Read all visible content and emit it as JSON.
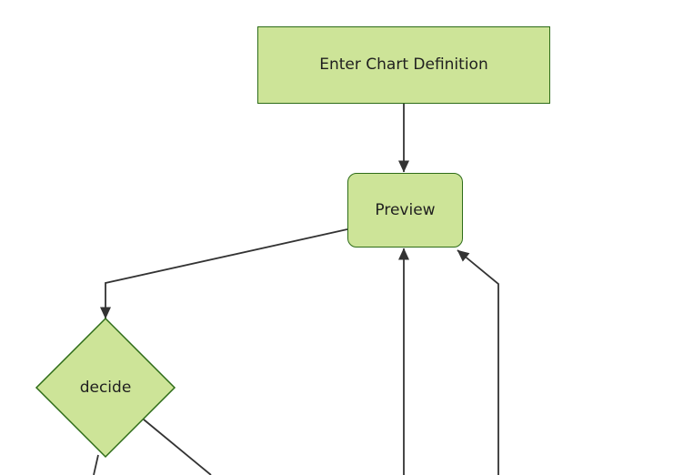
{
  "diagram": {
    "type": "flowchart-top-down",
    "nodes": [
      {
        "id": "A",
        "label": "Enter Chart Definition",
        "shape": "rectangle"
      },
      {
        "id": "B",
        "label": "Preview",
        "shape": "rounded-rectangle"
      },
      {
        "id": "C",
        "label": "decide",
        "shape": "diamond"
      }
    ],
    "edges": [
      {
        "from": "Enter Chart Definition",
        "to": "Preview",
        "arrow": true
      },
      {
        "from": "Preview",
        "to": "decide",
        "arrow": true
      },
      {
        "from": "offscreen-bottom-center",
        "to": "Preview",
        "arrow": true
      },
      {
        "from": "offscreen-bottom-right",
        "to": "Preview",
        "arrow": true
      },
      {
        "from": "decide",
        "to": "offscreen-bottom-left",
        "arrow": false
      },
      {
        "from": "decide",
        "to": "offscreen-bottom-right",
        "arrow": false
      }
    ],
    "colors": {
      "node_fill": "#cde498",
      "node_border": "#2e6c18",
      "edge_line": "#333333",
      "label_text": "#1f1f1f",
      "background": "#ffffff"
    }
  }
}
